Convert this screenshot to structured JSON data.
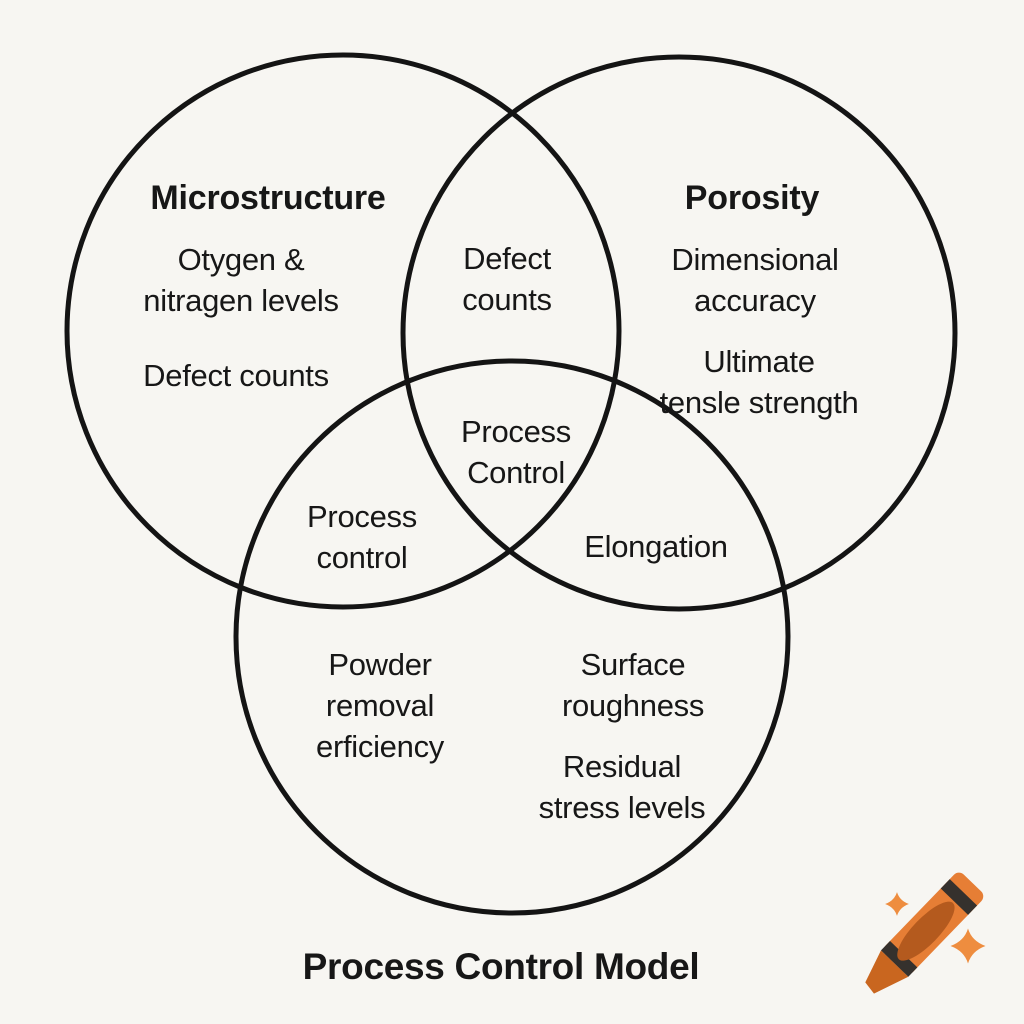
{
  "colors": {
    "background": "#f7f6f2",
    "line": "#141414",
    "text": "#171717",
    "crayon_body": "#e67e35",
    "crayon_oval": "#b45a1e",
    "crayon_stripe": "#35312d",
    "crayon_tip": "#c9661f",
    "sparkle": "#ee8d3f"
  },
  "venn": {
    "left_circle": {
      "title": "Microstructure",
      "item1": "Otygen &\nnitragen levels",
      "item2": "Defect counts"
    },
    "right_circle": {
      "title": "Porosity",
      "item1": "Dimensional\naccuracy",
      "item2": "Ultimate\ntensle strength"
    },
    "bottom_circle": {
      "item1": "Powder\nremoval\nerficiency",
      "item2": "Surface\nroughness",
      "item3": "Residual\nstress levels"
    },
    "overlaps": {
      "left_right": "Defect\ncounts",
      "center": "Process\nControl",
      "left_bottom": "Process\ncontrol",
      "right_bottom": "Elongation"
    }
  },
  "footer": {
    "title": "Process Control Model"
  },
  "decoration": {
    "icon": "orange-crayon-with-sparkles"
  }
}
